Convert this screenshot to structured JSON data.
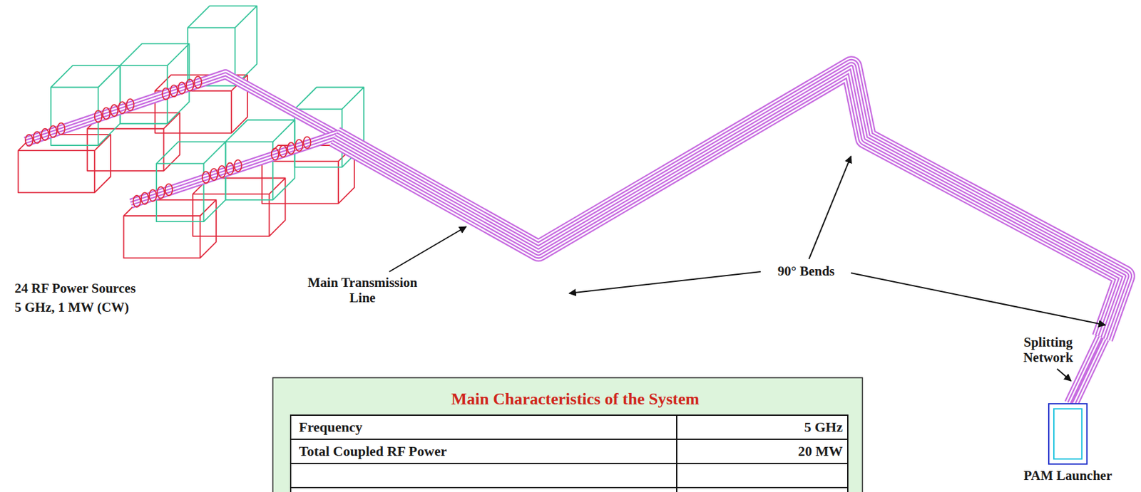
{
  "diagram": {
    "nodes": [
      {
        "text": [
          "Main Characteristics of the System"
        ]
      },
      {
        "text": [
          "PAM Launcher"
        ]
      }
    ],
    "labels": [
      "24 RF Power Sources",
      "5 GHz, 1 MW (CW)",
      "Main Transmission Line",
      "90° Bends",
      "Splitting Network",
      "Frequency",
      "5 GHz",
      "Total Coupled RF Power",
      "20 MW"
    ]
  }
}
